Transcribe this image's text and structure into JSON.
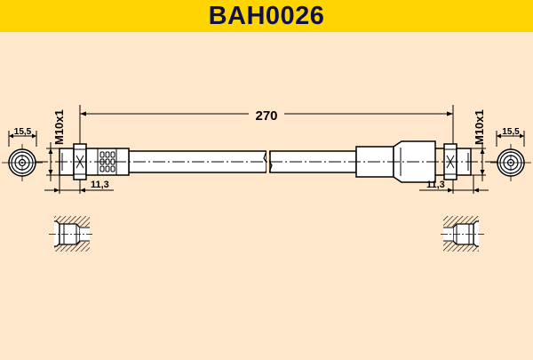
{
  "header": {
    "part_number": "BAH0026",
    "background_color": "#FFD500",
    "text_color": "#0F0F4B"
  },
  "drawing": {
    "background_color": "#FFE7CC",
    "overall_length": "270",
    "left_end": {
      "thread": "M10x1",
      "hex_width": "15,5",
      "fitting_length": "11,3"
    },
    "right_end": {
      "thread": "M10x1",
      "hex_width": "15,5",
      "fitting_length": "11,3"
    }
  }
}
